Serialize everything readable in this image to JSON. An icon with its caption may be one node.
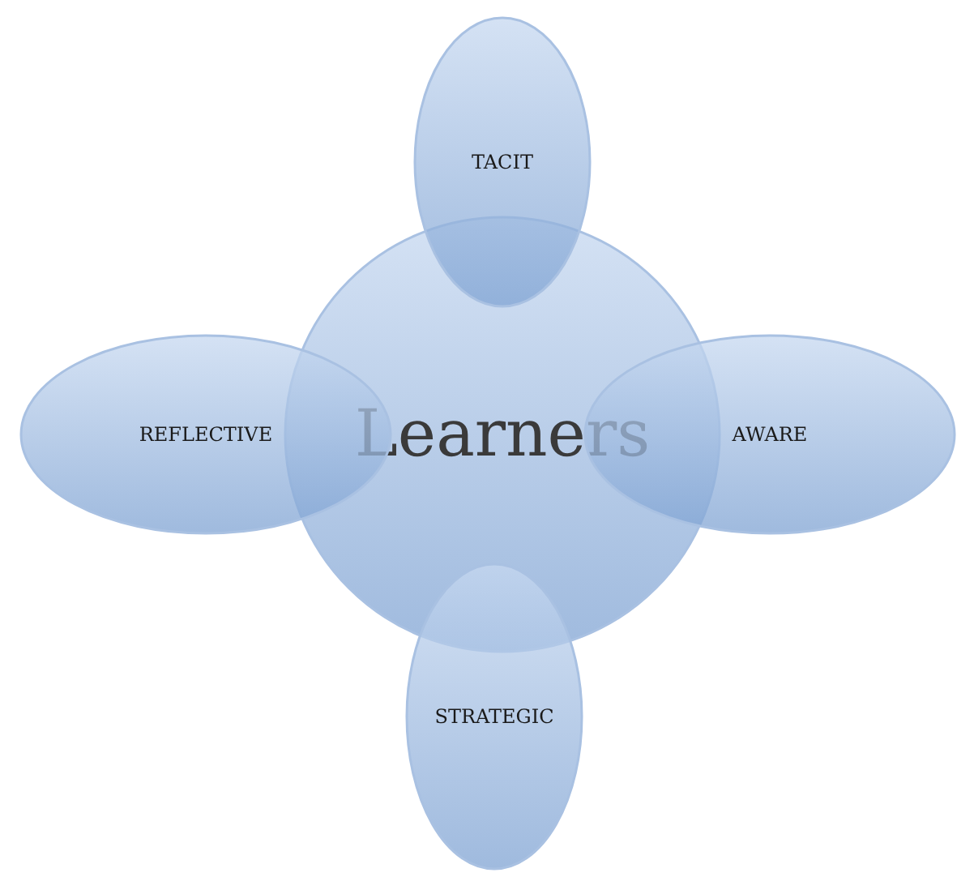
{
  "diagram": {
    "nodes": [
      {
        "text": [
          "Learners"
        ]
      },
      {
        "text": [
          "TACIT"
        ]
      },
      {
        "text": [
          "REFLECTIVE"
        ]
      },
      {
        "text": [
          "AWARE"
        ]
      },
      {
        "text": [
          "STRATEGIC"
        ]
      }
    ]
  }
}
